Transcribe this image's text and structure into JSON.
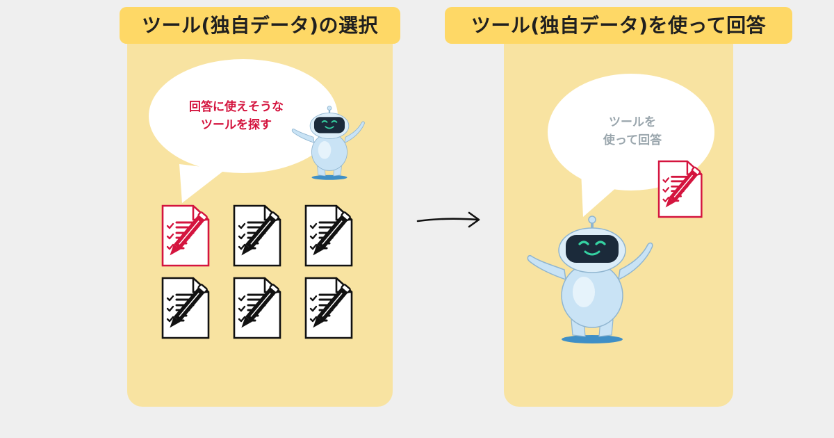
{
  "left_panel": {
    "title": "ツール(独自データ)の選択",
    "speech_line1": "回答に使えそうな",
    "speech_line2": "ツールを探す"
  },
  "right_panel": {
    "title": "ツール(独自データ)を使って回答",
    "speech_line1": "ツールを",
    "speech_line2": "使って回答"
  },
  "colors": {
    "panel": "#f8e3a1",
    "banner": "#fed866",
    "highlight": "#d4143e",
    "muted_text": "#9aa6ad",
    "robot_body": "#c9e3f5",
    "robot_visor": "#1b2a3a",
    "robot_eyes": "#35d2a2"
  },
  "icons": {
    "tool": "checklist-document-pencil-icon",
    "robot": "robot-mascot-icon",
    "arrow": "arrow-right-icon"
  }
}
